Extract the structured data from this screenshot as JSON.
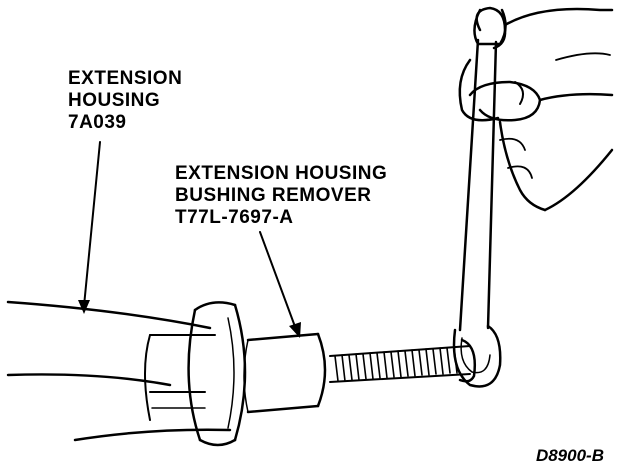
{
  "labels": {
    "extension_housing": {
      "line1": "EXTENSION",
      "line2": "HOUSING",
      "part_number": "7A039"
    },
    "bushing_remover": {
      "line1": "EXTENSION HOUSING",
      "line2": "BUSHING REMOVER",
      "part_number": "T77L-7697-A"
    }
  },
  "figure_id": "D8900-B",
  "colors": {
    "ink": "#000000",
    "paper": "#ffffff"
  }
}
